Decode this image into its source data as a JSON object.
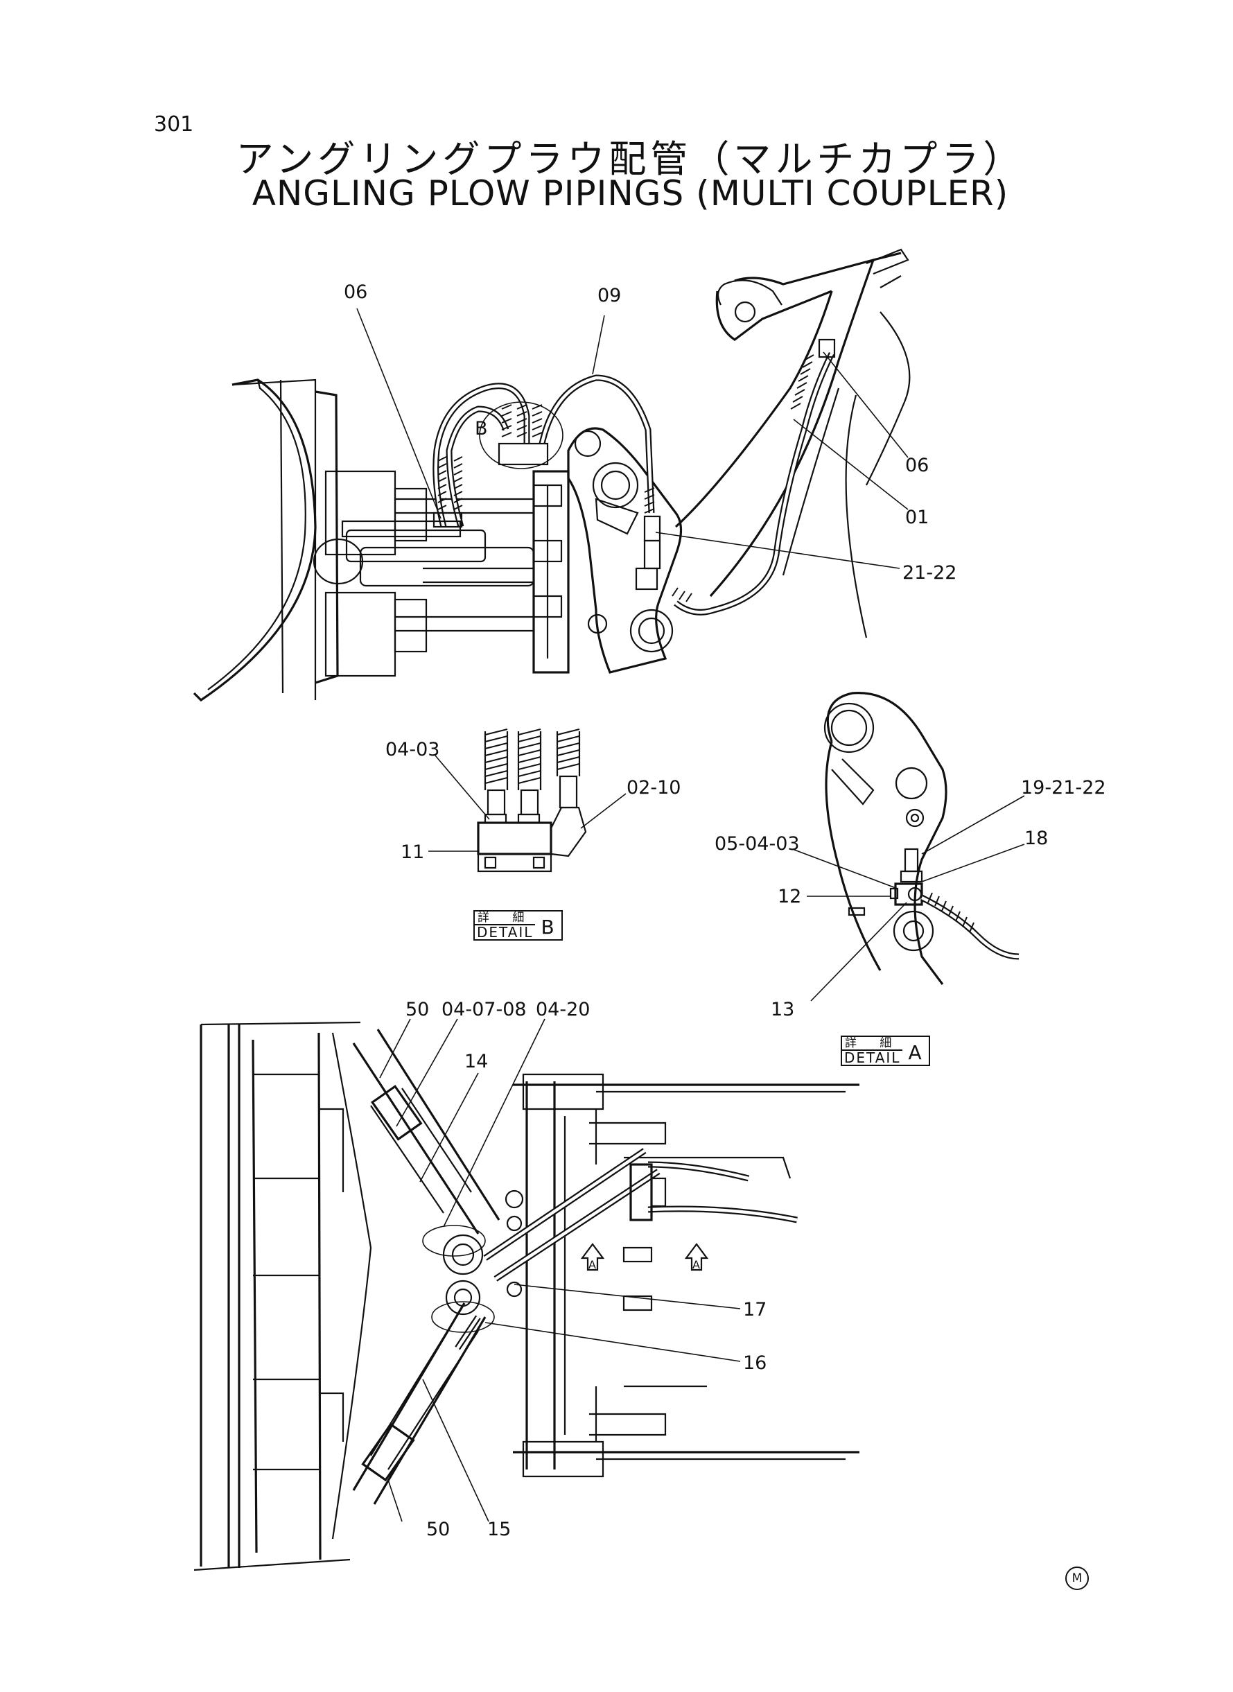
{
  "page_number": "301",
  "title_jp": "アングリングプラウ配管（マルチカプラ）",
  "title_en": "ANGLING PLOW PIPINGS (MULTI COUPLER)",
  "main_view": {
    "labels": {
      "p06_left": "06",
      "p09": "09",
      "p06_right": "06",
      "p01": "01",
      "p21_22": "21-22",
      "detail_b_marker": "B"
    }
  },
  "detail_b": {
    "labels": {
      "p04_03": "04-03",
      "p02_10": "02-10",
      "p11": "11"
    },
    "caption_jp": "詳 細",
    "caption_en": "DETAIL",
    "caption_letter": "B"
  },
  "detail_a": {
    "labels": {
      "p19_21_22": "19-21-22",
      "p05_04_03": "05-04-03",
      "p18": "18",
      "p12": "12",
      "p13": "13"
    },
    "caption_jp": "詳 細",
    "caption_en": "DETAIL",
    "caption_letter": "A"
  },
  "bottom_view": {
    "labels": {
      "p50_top": "50",
      "p04_07_08": "04-07-08",
      "p04_20": "04-20",
      "p14": "14",
      "p17": "17",
      "p16": "16",
      "p50_bottom": "50",
      "p15": "15",
      "view_arrow_1": "A",
      "view_arrow_2": "A"
    }
  },
  "mark": "M"
}
